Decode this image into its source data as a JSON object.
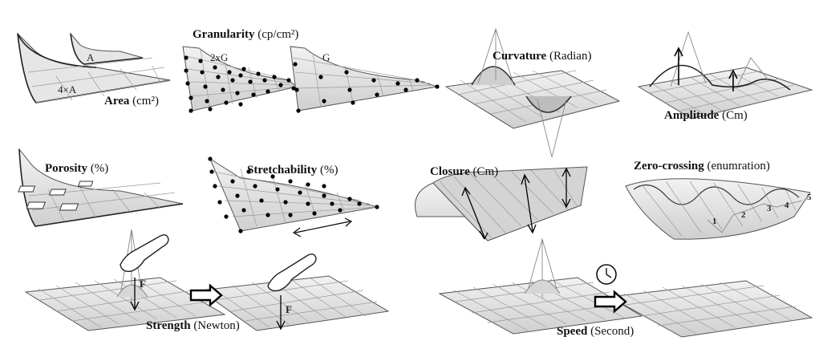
{
  "labels": {
    "area_bold": "Area",
    "area_unit": " (cm²)",
    "granularity_bold": "Granularity",
    "granularity_unit": " (cp/cm²)",
    "curvature_bold": "Curvature",
    "curvature_unit": " (Radian)",
    "amplitude_bold": "Amplitude",
    "amplitude_unit": " (Cm)",
    "porosity_bold": "Porosity",
    "porosity_unit": " (%)",
    "stretch_bold": "Stretchability",
    "stretch_unit": " (%)",
    "closure_bold": "Closure",
    "closure_unit": " (Cm)",
    "zero_bold": "Zero-crossing",
    "zero_unit": " (enumration)",
    "strength_bold": "Strength",
    "strength_unit": " (Newton)",
    "speed_bold": "Speed",
    "speed_unit": " (Second)"
  },
  "annotations": {
    "area_small": "A",
    "area_large": "4×A",
    "gran_dense": "2xG",
    "gran_sparse": "G",
    "force_1": "F",
    "force_2": "F",
    "zc_1": "1",
    "zc_2": "2",
    "zc_3": "3",
    "zc_4": "4",
    "zc_5": "5"
  },
  "icons": [
    "finger-icon",
    "clock-icon",
    "right-arrow-icon"
  ]
}
